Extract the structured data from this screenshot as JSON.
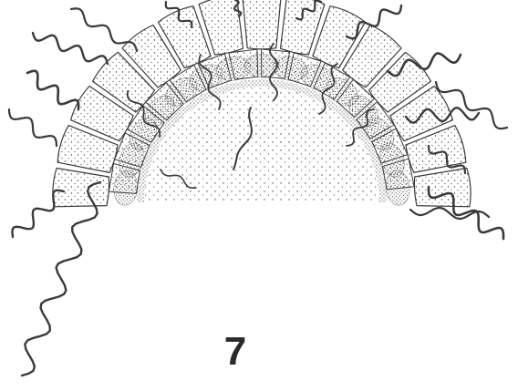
{
  "figure": {
    "number": "7",
    "ink_color": "#3a3a3a",
    "background": "#ffffff",
    "parts": [
      "flagella",
      "outer-cell-layer",
      "inner-cell-layer",
      "central-mass"
    ]
  }
}
